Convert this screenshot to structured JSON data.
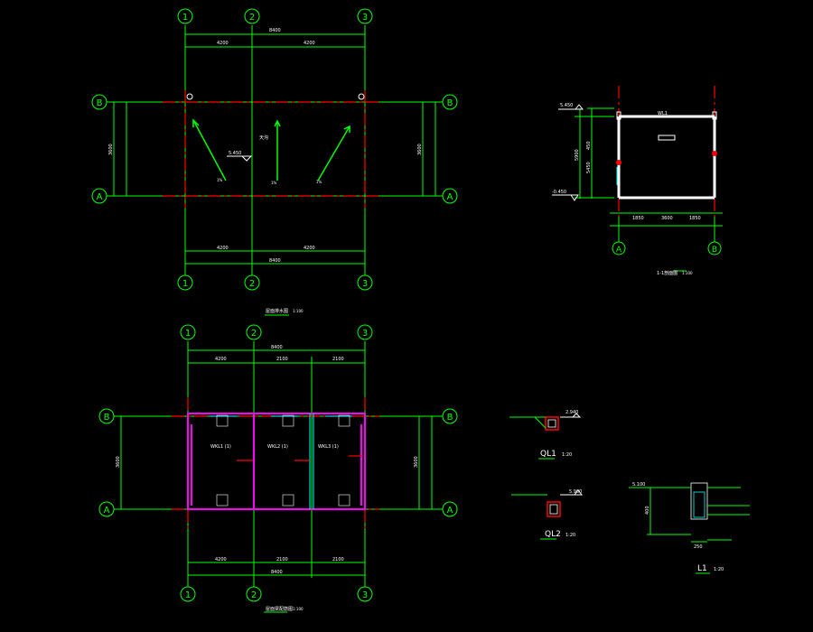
{
  "axes": {
    "col1": "1",
    "col2": "2",
    "col3": "3",
    "rowA": "A",
    "rowB": "B"
  },
  "roof_plan": {
    "dim_top_total": "8400",
    "dim_top_seg1": "4200",
    "dim_top_seg2": "4200",
    "dim_bottom_total": "8400",
    "dim_bottom_seg1": "4200",
    "dim_bottom_seg2": "4200",
    "dim_left": "3600",
    "dim_right": "3600",
    "slope_label": "1%",
    "center_label": "天沟",
    "elevation": "5.450",
    "title": "屋面排水图",
    "scale": "1:100"
  },
  "section": {
    "elev_top": "5.450",
    "elev_bottom": "-0.450",
    "dim_vertical": "5900",
    "dim_upper": "450",
    "dim_lower": "5450",
    "dim_left": "1850",
    "dim_mid": "3600",
    "dim_right": "1850",
    "beam_label": "WL1",
    "title": "1-1剖面图",
    "scale": "1:100"
  },
  "beam_plan": {
    "dim_top_total": "8400",
    "dim_top_a": "4200",
    "dim_top_b": "2100",
    "dim_top_c": "2100",
    "dim_bottom_total": "8400",
    "dim_bottom_a": "4200",
    "dim_bottom_b": "2100",
    "dim_bottom_c": "2100",
    "dim_left": "3600",
    "dim_right": "3600",
    "beam_labels": [
      "WKL1 (1)",
      "WKL2 (1)",
      "WKL3 (1)"
    ],
    "title": "屋面梁配筋图",
    "scale": "1:100"
  },
  "details": {
    "ql1_name": "QL1",
    "ql1_scale": "1:20",
    "ql1_elev": "2.940",
    "ql2_name": "QL2",
    "ql2_scale": "1:20",
    "ql2_elev": "5.900",
    "l1_name": "L1",
    "l1_scale": "1:20",
    "l1_elev": "5.100",
    "l1_width": "250",
    "l1_height": "400"
  }
}
